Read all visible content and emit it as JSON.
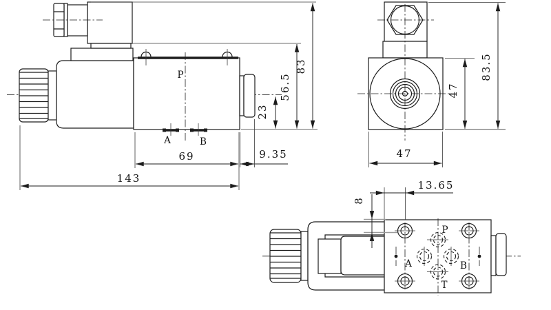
{
  "drawing": {
    "background": "#ffffff",
    "line_color": "#1c1c1c",
    "side_view": {
      "labels": {
        "port_p": "P",
        "port_a": "A",
        "port_b": "B"
      },
      "dims": {
        "total_length": "143",
        "body_length": "69",
        "pin_extension": "9.35",
        "port_axis_height": "23",
        "coil_top_height": "56.5",
        "total_height": "83"
      }
    },
    "end_view": {
      "dims": {
        "body_width": "47",
        "body_height": "47",
        "total_height": "83.5"
      }
    },
    "bottom_view": {
      "labels": {
        "port_p": "P",
        "port_a": "A",
        "port_b": "B",
        "port_t": "T"
      },
      "dims": {
        "bolt_line_offset": "13.65",
        "tube_edge_offset": "8"
      }
    }
  }
}
